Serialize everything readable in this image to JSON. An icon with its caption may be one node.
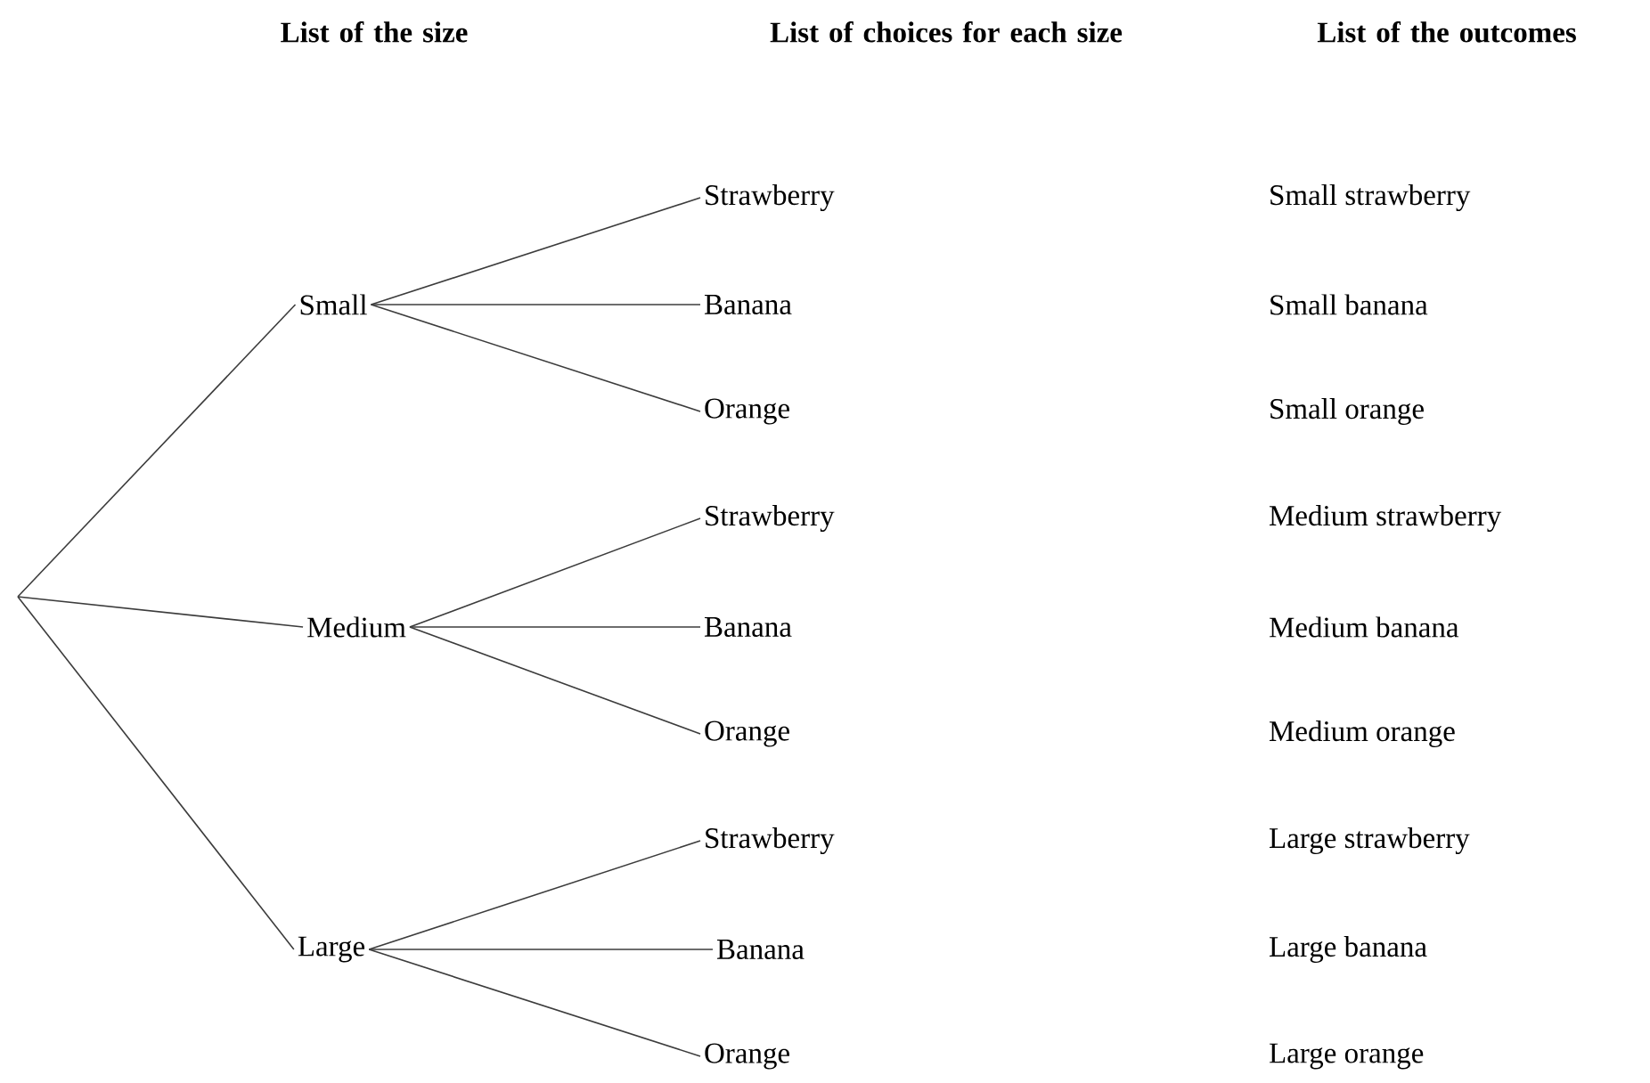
{
  "diagram": {
    "nodes": [
      {
        "text": [
          "Small"
        ]
      },
      {
        "text": [
          "Medium"
        ]
      },
      {
        "text": [
          "Large"
        ]
      },
      {
        "text": [
          "Strawberry"
        ]
      },
      {
        "text": [
          "Banana"
        ]
      },
      {
        "text": [
          "Orange"
        ]
      },
      {
        "text": [
          "Strawberry"
        ]
      },
      {
        "text": [
          "Banana"
        ]
      },
      {
        "text": [
          "Orange"
        ]
      },
      {
        "text": [
          "Strawberry"
        ]
      },
      {
        "text": [
          "Banana"
        ]
      },
      {
        "text": [
          "Orange"
        ]
      }
    ],
    "edges": [
      {
        "from": null,
        "to": 0,
        "arrow": "none"
      },
      {
        "from": null,
        "to": 1,
        "arrow": "none"
      },
      {
        "from": null,
        "to": 2,
        "arrow": "none"
      },
      {
        "from": 0,
        "to": 3,
        "arrow": "none"
      },
      {
        "from": 0,
        "to": 4,
        "arrow": "none"
      },
      {
        "from": 0,
        "to": 5,
        "arrow": "none"
      },
      {
        "from": 1,
        "to": 6,
        "arrow": "none"
      },
      {
        "from": 1,
        "to": 7,
        "arrow": "none"
      },
      {
        "from": 1,
        "to": 8,
        "arrow": "none"
      },
      {
        "from": 2,
        "to": 9,
        "arrow": "none"
      },
      {
        "from": 2,
        "to": 10,
        "arrow": "none"
      },
      {
        "from": 2,
        "to": 11,
        "arrow": "none"
      }
    ],
    "labels": [
      "List of the size",
      "List of choices for each size",
      "List of the outcomes",
      "Small strawberry",
      "Small banana",
      "Small orange",
      "Medium strawberry",
      "Medium banana",
      "Medium orange",
      "Large strawberry",
      "Large banana",
      "Large orange"
    ]
  }
}
